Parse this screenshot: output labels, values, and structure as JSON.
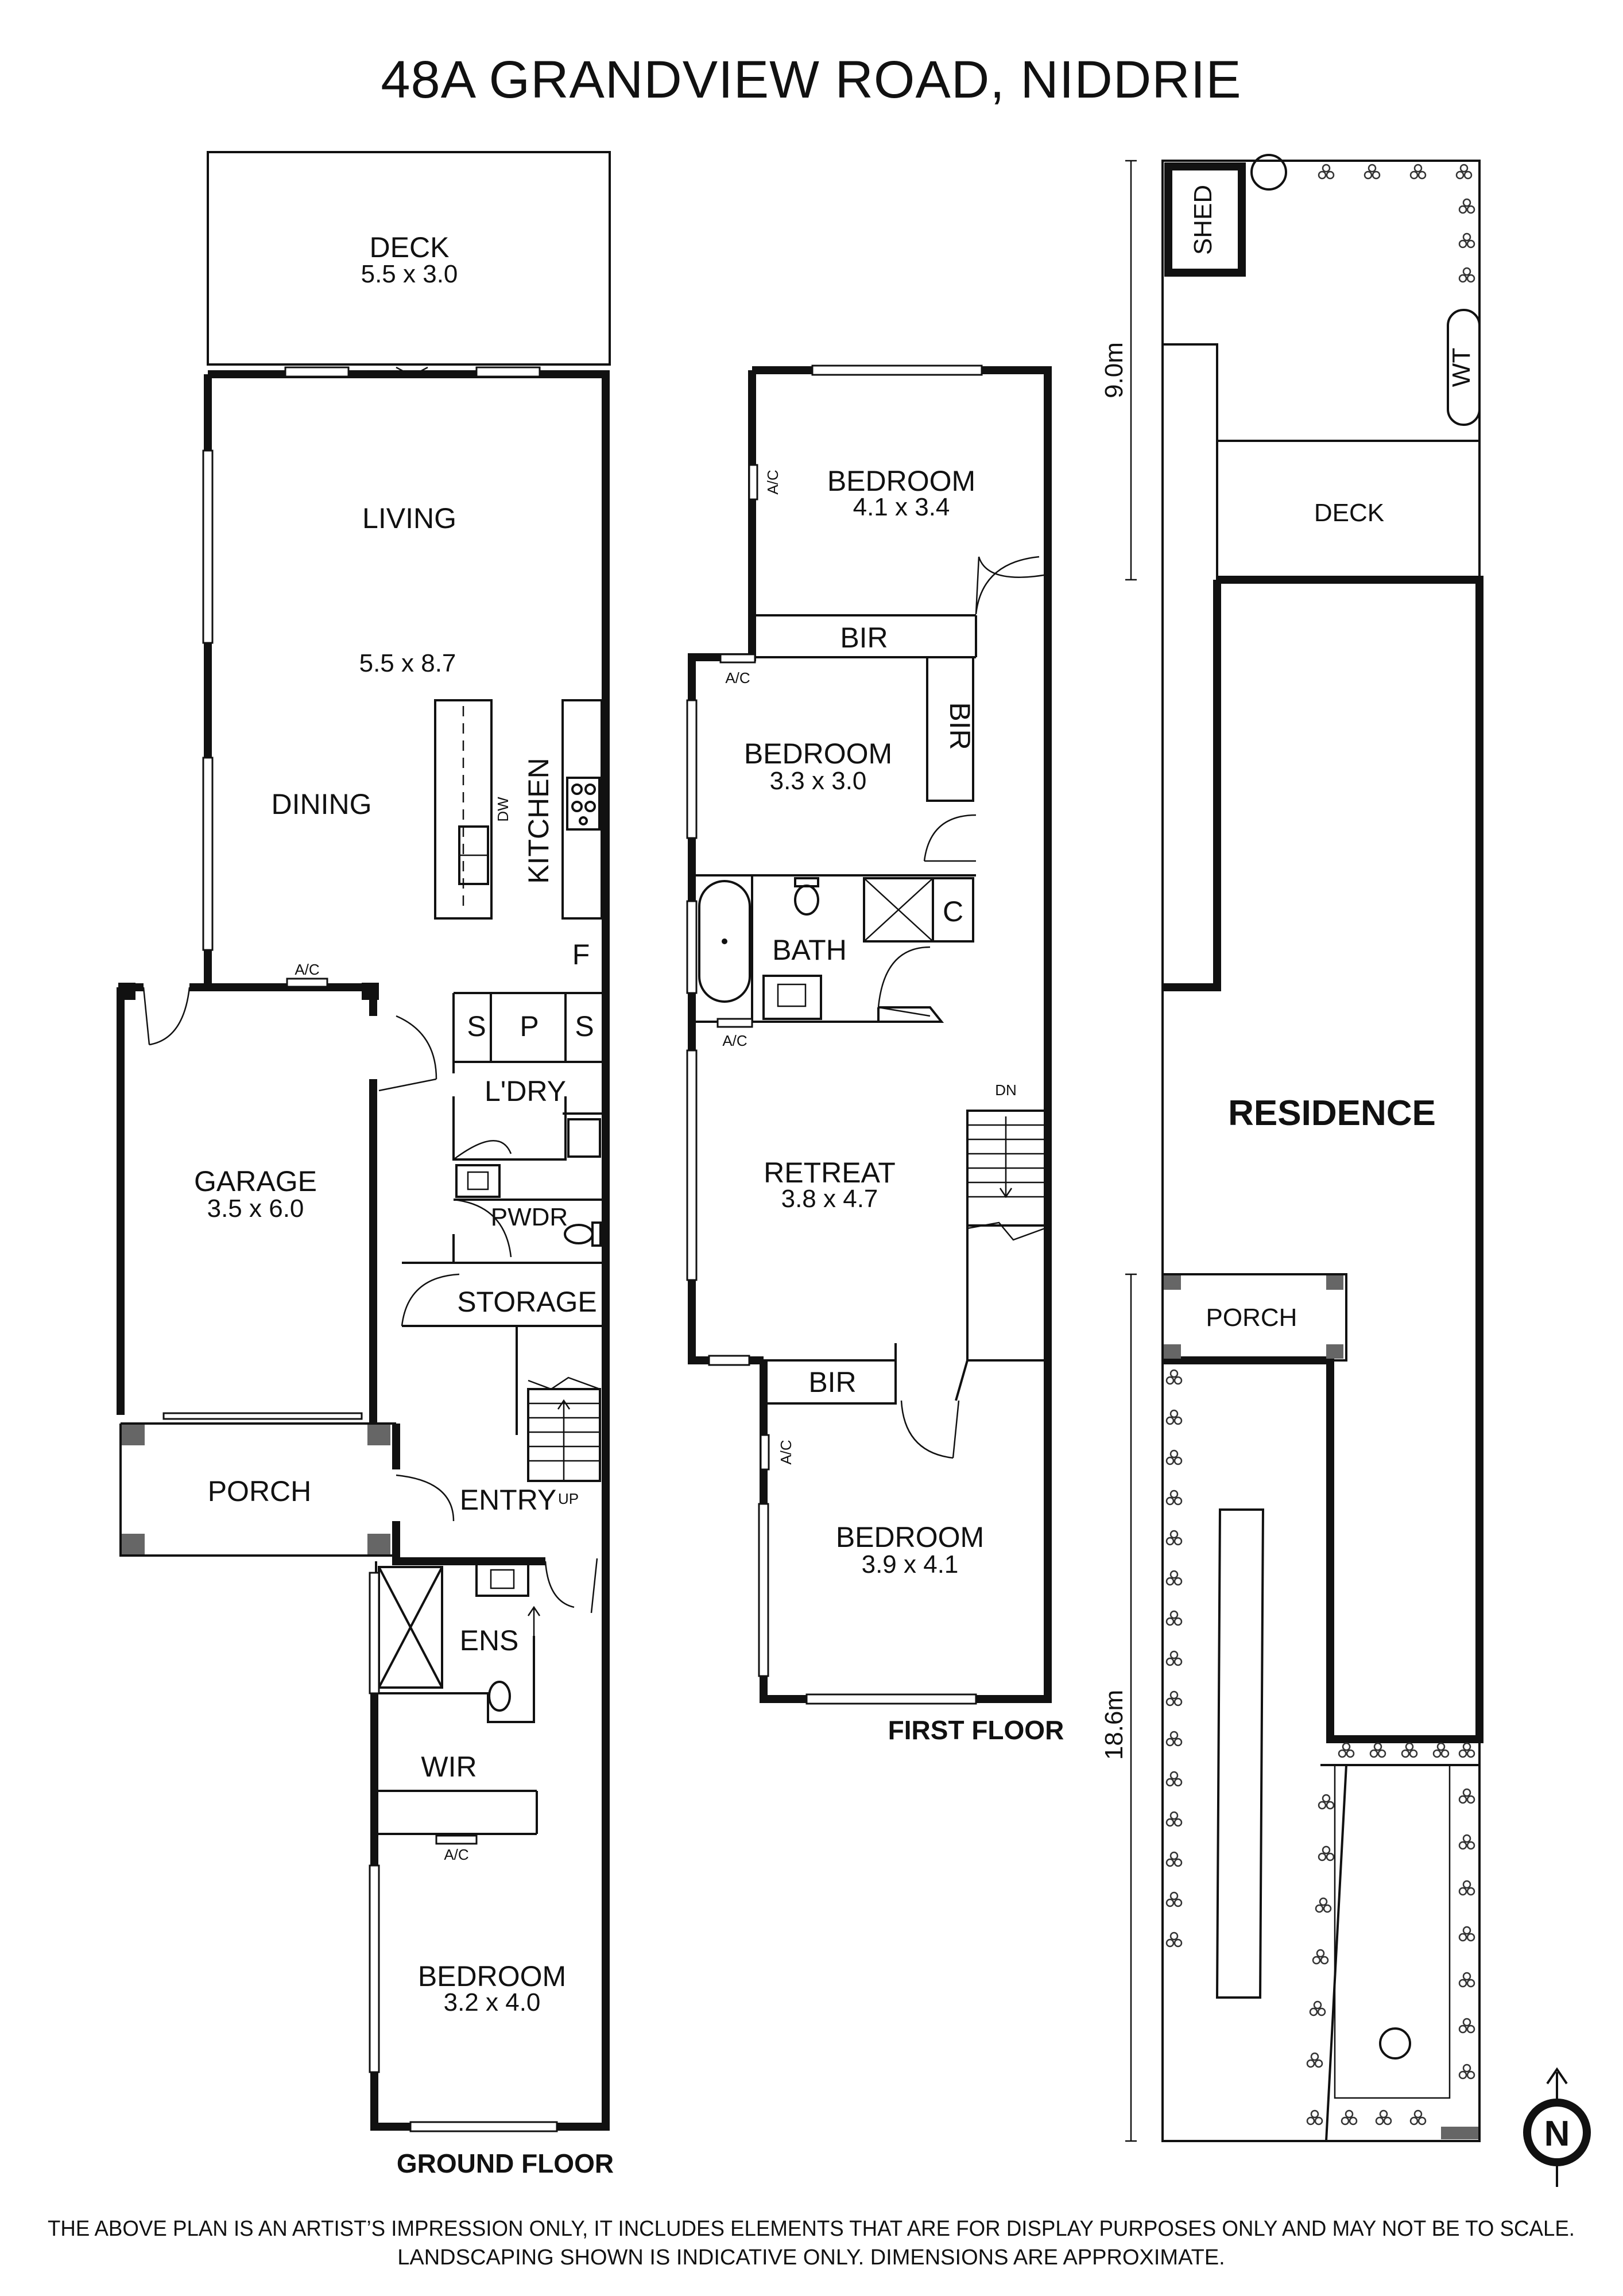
{
  "title": "48A GRANDVIEW ROAD, NIDDRIE",
  "ground_floor": {
    "name": "GROUND FLOOR",
    "rooms": {
      "deck": {
        "name": "DECK",
        "dims": "5.5 x 3.0"
      },
      "living": {
        "name": "LIVING",
        "dims": "5.5 x 8.7"
      },
      "dining": {
        "name": "DINING"
      },
      "kitchen": {
        "name": "KITCHEN"
      },
      "dw": "DW",
      "f": "F",
      "s1": "S",
      "p": "P",
      "s2": "S",
      "ldry": "L'DRY",
      "pwdr": "PWDR",
      "storage": "STORAGE",
      "garage": {
        "name": "GARAGE",
        "dims": "3.5 x 6.0"
      },
      "porch": {
        "name": "PORCH"
      },
      "entry": {
        "name": "ENTRY"
      },
      "up": "UP",
      "ens": {
        "name": "ENS"
      },
      "wir": {
        "name": "WIR"
      },
      "bedroom": {
        "name": "BEDROOM",
        "dims": "3.2 x 4.0"
      },
      "ac1": "A/C",
      "ac2": "A/C"
    }
  },
  "first_floor": {
    "name": "FIRST FLOOR",
    "rooms": {
      "bed1": {
        "name": "BEDROOM",
        "dims": "4.1 x 3.4"
      },
      "bir1": "BIR",
      "bed2": {
        "name": "BEDROOM",
        "dims": "3.3 x 3.0"
      },
      "bir2": "BIR",
      "bath": {
        "name": "BATH"
      },
      "c": "C",
      "retreat": {
        "name": "RETREAT",
        "dims": "3.8 x 4.7"
      },
      "dn": "DN",
      "bir3": "BIR",
      "bed3": {
        "name": "BEDROOM",
        "dims": "3.9 x 4.1"
      },
      "ac1": "A/C",
      "ac2": "A/C",
      "ac3": "A/C",
      "ac4": "A/C"
    }
  },
  "site_plan": {
    "shed": "SHED",
    "wt": "WT",
    "deck": "DECK",
    "residence": "RESIDENCE",
    "porch": "PORCH",
    "dim_top": "9.0m",
    "dim_bottom": "18.6m",
    "north": "N"
  },
  "disclaimer": {
    "line1": "THE ABOVE PLAN IS AN ARTIST’S IMPRESSION ONLY, IT INCLUDES ELEMENTS THAT ARE FOR DISPLAY PURPOSES ONLY AND MAY NOT BE TO SCALE.",
    "line2": "LANDSCAPING SHOWN IS INDICATIVE ONLY. DIMENSIONS ARE APPROXIMATE."
  }
}
